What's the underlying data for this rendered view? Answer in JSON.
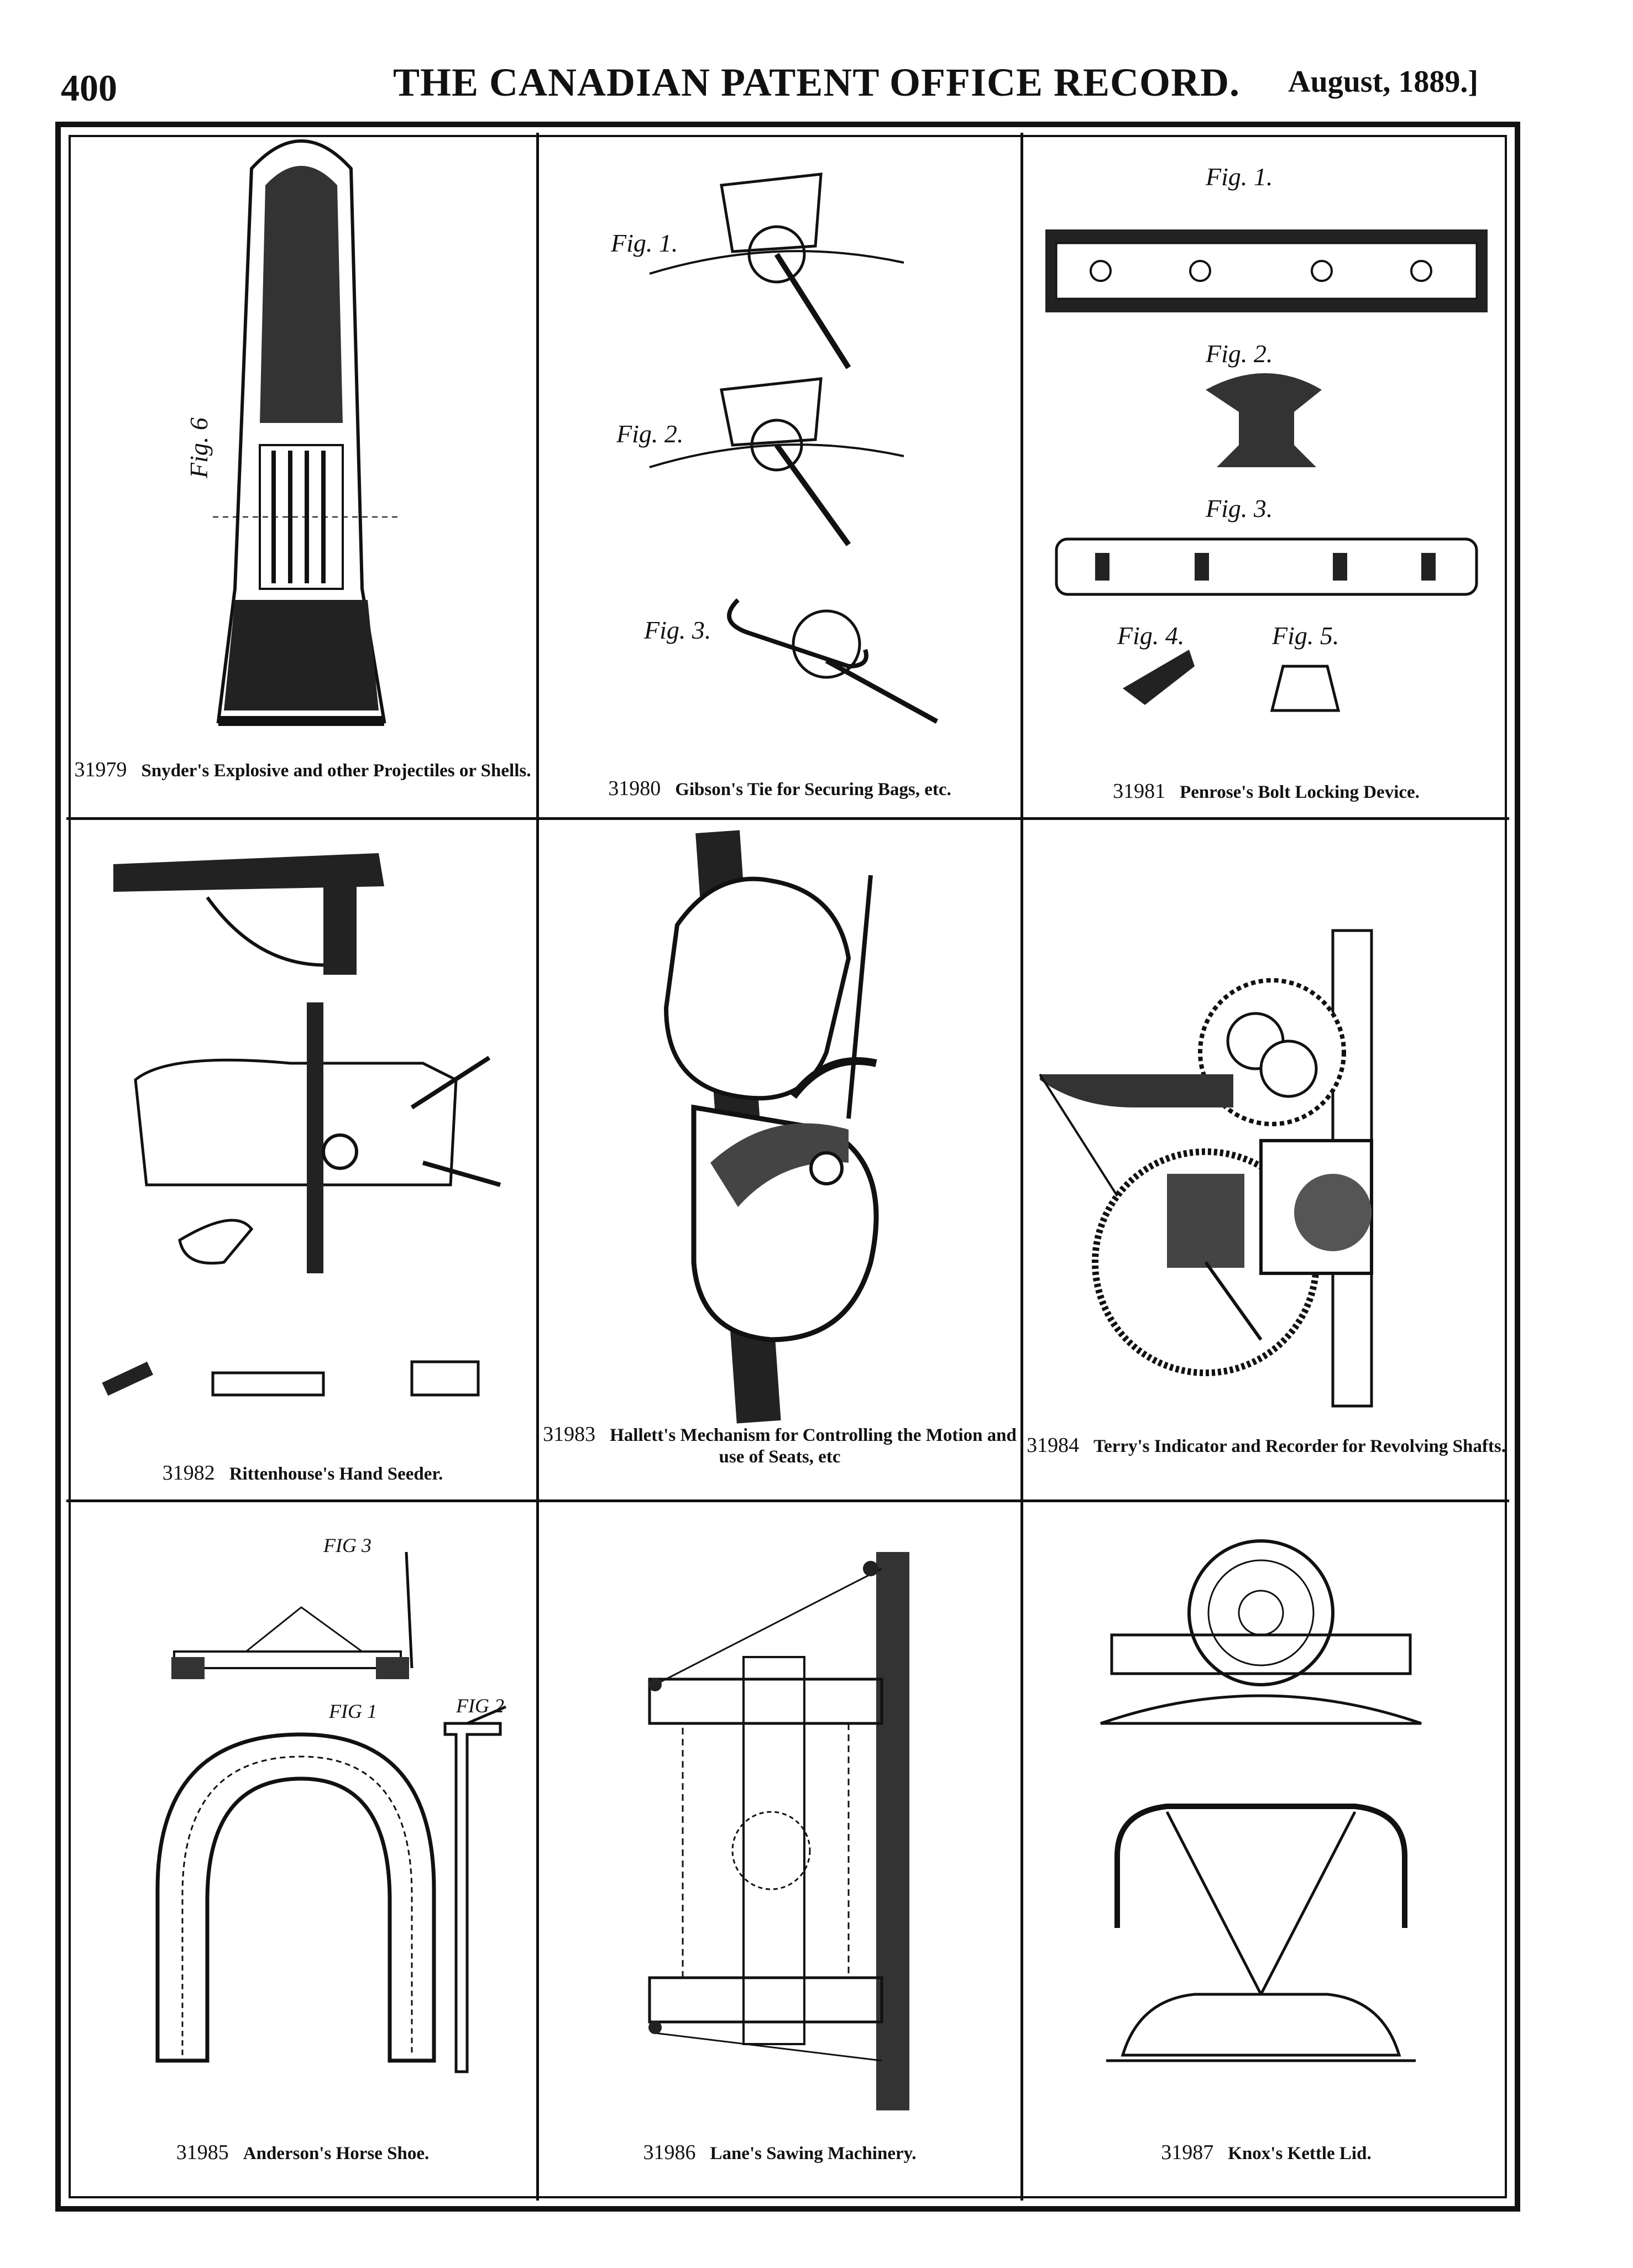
{
  "header": {
    "page_number": "400",
    "title": "THE CANADIAN PATENT OFFICE RECORD.",
    "date": "August, 1889.]"
  },
  "patents": [
    {
      "number": "31979",
      "caption": "Snyder's Explosive and other Projectiles or Shells.",
      "figures": [
        "Fig. 6"
      ]
    },
    {
      "number": "31980",
      "caption": "Gibson's Tie for Securing Bags, etc.",
      "figures": [
        "Fig. 1.",
        "Fig. 2.",
        "Fig. 3."
      ]
    },
    {
      "number": "31981",
      "caption": "Penrose's Bolt Locking Device.",
      "figures": [
        "Fig. 1.",
        "Fig. 2.",
        "Fig. 3.",
        "Fig. 4.",
        "Fig. 5."
      ]
    },
    {
      "number": "31982",
      "caption": "Rittenhouse's Hand Seeder.",
      "figures": []
    },
    {
      "number": "31983",
      "caption": "Hallett's Mechanism for Controlling the Motion and use of Seats, etc",
      "figures": []
    },
    {
      "number": "31984",
      "caption": "Terry's Indicator and Recorder for Revolving Shafts.",
      "figures": []
    },
    {
      "number": "31985",
      "caption": "Anderson's Horse Shoe.",
      "figures": [
        "FIG 3",
        "FIG 1",
        "FIG 2"
      ]
    },
    {
      "number": "31986",
      "caption": "Lane's Sawing Machinery.",
      "figures": []
    },
    {
      "number": "31987",
      "caption": "Knox's Kettle Lid.",
      "figures": []
    }
  ]
}
